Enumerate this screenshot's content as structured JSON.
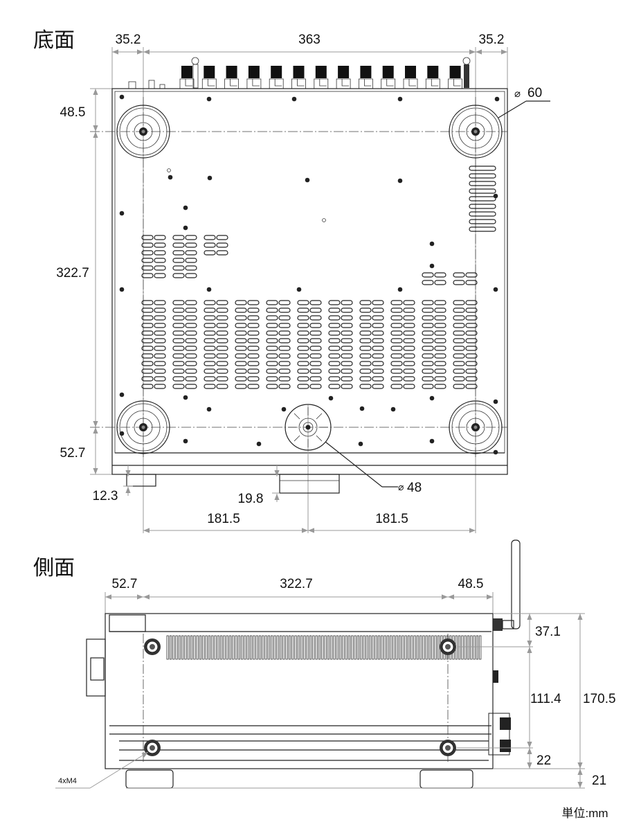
{
  "bottom_view": {
    "title": "底面",
    "dims": {
      "left_offset": "35.2",
      "width_between_feet": "363",
      "right_offset": "35.2",
      "front_to_foot": "48.5",
      "foot_to_foot_depth": "322.7",
      "foot_to_rear": "52.7",
      "rear_protrusion_small": "12.3",
      "rear_protrusion_center": "19.8",
      "center_left": "181.5",
      "center_right": "181.5"
    },
    "foot_diameter": "60",
    "center_foot_diameter": "48",
    "diameter_symbol": "⌀"
  },
  "side_view": {
    "title": "側面",
    "dims": {
      "front_to_foot": "52.7",
      "foot_to_foot": "322.7",
      "foot_to_rear": "48.5",
      "top_to_screw": "37.1",
      "screw_to_screw": "111.4",
      "screw_to_bottom": "22",
      "total_height": "170.5",
      "foot_height": "21"
    },
    "screw_label": "4xM4"
  },
  "unit_label": "単位:mm"
}
